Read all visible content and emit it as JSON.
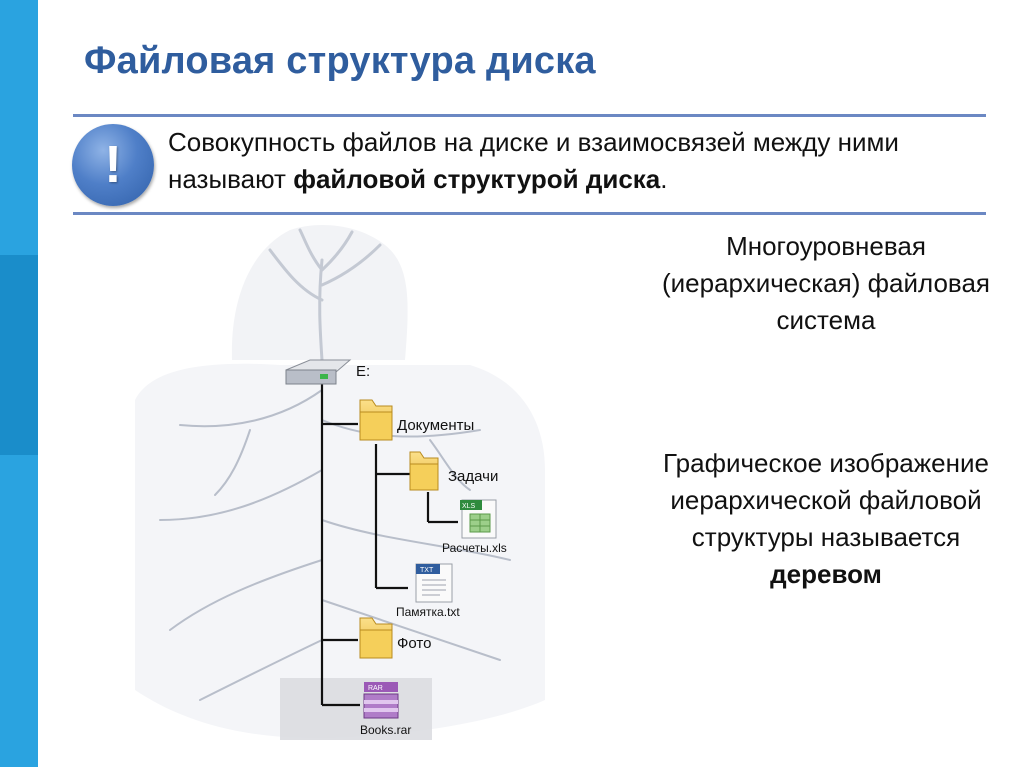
{
  "title": "Файловая структура диска",
  "definition": {
    "text": "Совокупность файлов на диске и взаимосвязей между ними называют ",
    "bold": "файловой структурой диска",
    "end": "."
  },
  "note_icon": {
    "glyph": "!",
    "icon": "exclamation-icon"
  },
  "side_text_1": "Многоуровневая (иерархическая) файловая система",
  "side_text_2": {
    "text": "Графическое изображение иерархической файловой структуры называется ",
    "bold": "деревом"
  },
  "tree": {
    "drive": "E:",
    "documents": "Документы",
    "tasks": "Задачи",
    "calc": "Расчеты.xls",
    "memo": "Памятка.txt",
    "photo": "Фото",
    "books": "Books.rar",
    "xls_tag": "XLS",
    "txt_tag": "TXT",
    "rar_tag": "RAR"
  },
  "colors": {
    "accent_bar": "#2aa3e0",
    "title": "#2f5d9e",
    "rule": "#6b88c3",
    "folder": "#f2c94c"
  }
}
